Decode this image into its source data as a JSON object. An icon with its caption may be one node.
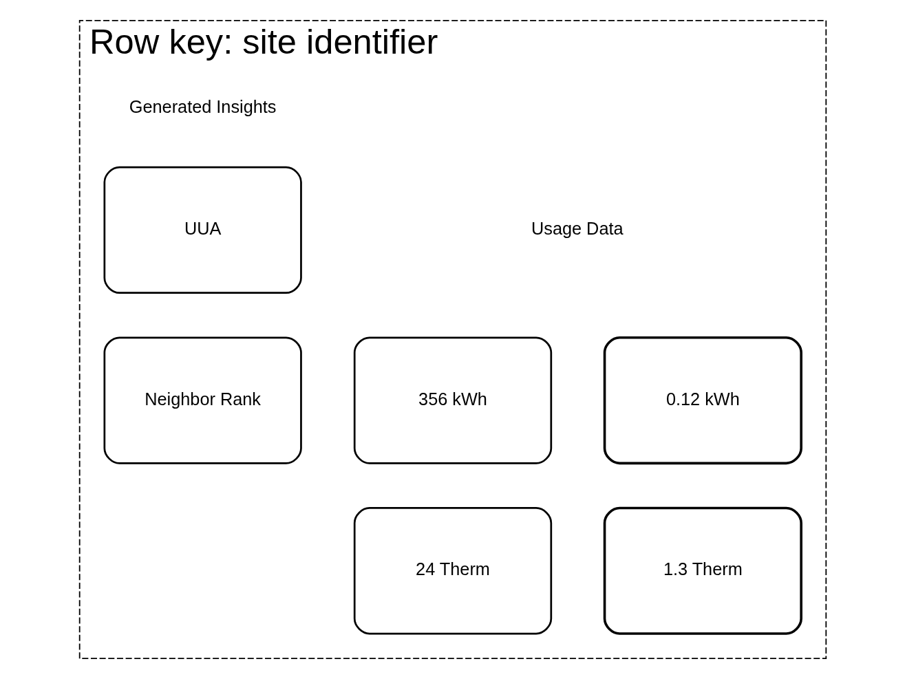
{
  "diagram": {
    "nodes": [
      {
        "text": [
          "Row key: site identifier"
        ]
      },
      {
        "text": [
          "356 kWh"
        ],
        "in": 0
      },
      {
        "text": [
          "0.12 kWh"
        ],
        "in": 0
      },
      {
        "text": [
          "24 Therm"
        ],
        "in": 0
      },
      {
        "text": [
          "1.3 Therm"
        ],
        "in": 0
      },
      {
        "text": [
          "UUA"
        ],
        "in": 0
      },
      {
        "text": [
          "Neighbor Rank"
        ],
        "in": 0
      }
    ],
    "edges": [],
    "labels": [
      "Usage Data",
      "Generated Insights"
    ]
  }
}
